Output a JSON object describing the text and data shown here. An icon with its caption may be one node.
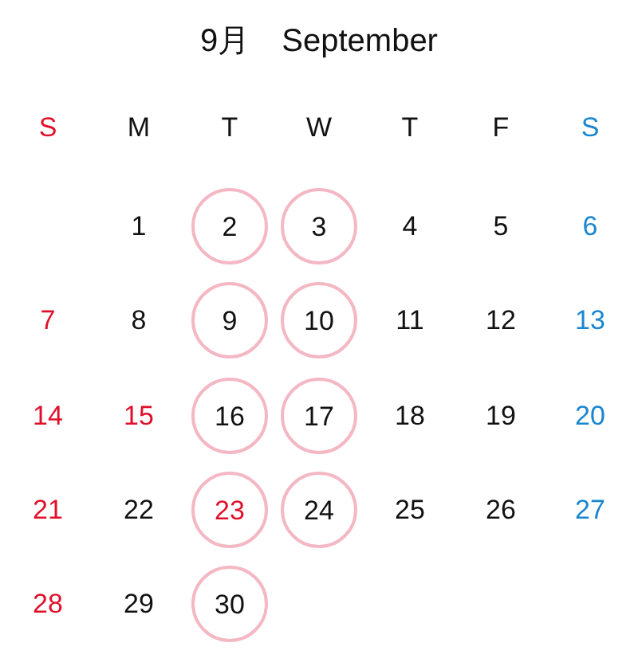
{
  "diagram": {
    "title": "9月　September",
    "nodes": [
      {
        "text": [
          "2"
        ]
      },
      {
        "text": [
          "3"
        ]
      },
      {
        "text": [
          "9"
        ]
      },
      {
        "text": [
          "10"
        ]
      },
      {
        "text": [
          "16"
        ]
      },
      {
        "text": [
          "17"
        ]
      },
      {
        "text": [
          "23"
        ]
      },
      {
        "text": [
          "24"
        ]
      },
      {
        "text": [
          "30"
        ]
      }
    ],
    "labels": [
      "S",
      "M",
      "T",
      "W",
      "T",
      "F",
      "S",
      "1",
      "4",
      "5",
      "6",
      "7",
      "8",
      "11",
      "12",
      "13",
      "14",
      "15",
      "18",
      "19",
      "20",
      "21",
      "22",
      "25",
      "26",
      "27",
      "28",
      "29"
    ]
  }
}
